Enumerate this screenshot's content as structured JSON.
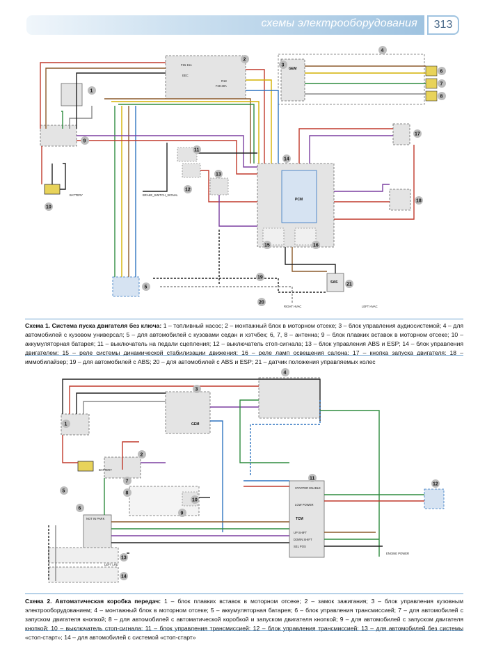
{
  "header": {
    "title": "схемы электрооборудования",
    "page": "313"
  },
  "scheme1": {
    "caption_title": "Схема 1. Система пуска двигателя без ключа:",
    "caption_text": " 1 – топливный насос; 2 – монтажный блок в моторном отсеке; 3 – блок управления аудиосистемой; 4 – для автомобилей с кузовом универсал; 5 – для автомобилей с кузовами седан и хэтчбек; 6, 7, 8 – антенна; 9 – блок плавких вставок в моторном отсеке; 10 – аккумуляторная батарея; 11 – выключатель на педали сцепления; 12 – выключатель стоп-сигнала; 13 – блок управления ABS и ESP; 14 – блок управления двигателем; 15 – реле системы динамической стабилизации движения; 16 – реле ламп освещения салона; 17 – кнопка запуска двигателя; 18 – иммобилайзер; 19 – для автомобилей с ABS; 20 – для автомобилей с ABS и ESP; 21 – датчик положения управляемых колес",
    "numbers": [
      "1",
      "2",
      "3",
      "4",
      "5",
      "6",
      "7",
      "8",
      "9",
      "10",
      "11",
      "12",
      "13",
      "14",
      "15",
      "16",
      "17",
      "18",
      "19",
      "20",
      "21"
    ],
    "block_labels": {
      "gem": "GEM",
      "pcm": "PCM",
      "sas": "SAS",
      "battery": "BATTERY",
      "brake": "BRAKE_SWITCH_SIGNAL",
      "fuse_f15": "F15 15A",
      "fuse_f28": "F28 30A",
      "eec": "EEC",
      "r18": "R18",
      "right_hvac": "RIGHT HVAC",
      "left_hvac": "LEFT HVAC"
    }
  },
  "scheme2": {
    "caption_title": "Схема 2. Автоматическая коробка передач:",
    "caption_text": " 1 – блок плавких вставок в моторном отсеке; 2 – замок зажигания; 3 – блок управления кузовным электрооборудованием; 4 – монтажный блок в моторном отсеке; 5 – аккумуляторная батарея; 6 – блок управления трансмиссией; 7 – для автомобилей с запуском двигателя кнопкой; 8 – для автомобилей с автоматической коробкой и запуском двигателя кнопкой; 9 – для автомобилей с запуском двигателя кнопкой; 10 – выключатель стоп-сигнала; 11 – блок управления трансмиссией; 12 – блок управления трансмиссией; 13 – для автомобилей без системы «стоп-старт»; 14 – для автомобилей с системой «стоп-старт»",
    "numbers": [
      "1",
      "2",
      "3",
      "4",
      "5",
      "6",
      "7",
      "8",
      "9",
      "10",
      "11",
      "12",
      "13",
      "14"
    ],
    "block_labels": {
      "gem": "GEM",
      "tcm": "TCM",
      "battery": "BATTERY",
      "not_in_park": "NOT IN PARK",
      "starter_enable": "STARTER ENABLE",
      "low_power": "LOW POWER",
      "up_shift": "UP SHIFT",
      "down_shift": "DOWN SHIFT",
      "sel_pos": "SEL POS",
      "engine_power": "ENGINE POWER",
      "left_lhd": "LEFT LHD"
    }
  },
  "colors": {
    "red": "#c0392b",
    "green": "#2e8b3e",
    "brown": "#8b5a2b",
    "yellow": "#d4b000",
    "blue": "#2f74c0",
    "purple": "#7b3fa0",
    "grey": "#888888",
    "black": "#222222",
    "accent": "#9fc3e0"
  }
}
